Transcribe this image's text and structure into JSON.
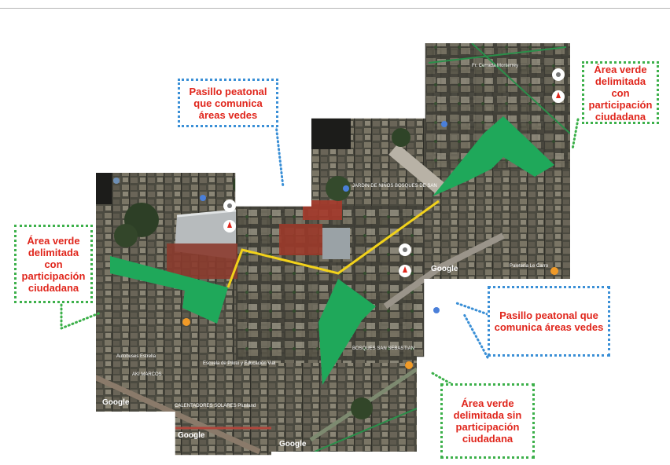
{
  "colors": {
    "accent_text": "#e0261c",
    "blue_dots": "#3a8fd6",
    "green_dots": "#3cb04a",
    "green_area": "#1fa85a",
    "path_line": "#f2d21b"
  },
  "callouts": {
    "top_left": "Pasillo peatonal que comunica áreas vedes",
    "top_right": "Área verde delimitada con participación ciudadana",
    "left": "Área verde delimitada con participación ciudadana",
    "right": "Pasillo peatonal que comunica áreas vedes",
    "bottom": "Área verde delimitada sin participación ciudadana"
  },
  "map_labels": {
    "google_1": "Google",
    "google_2": "Google",
    "google_3": "Google",
    "google_4": "Google",
    "place_1": "Fr. Cerrada Monterrey",
    "place_2": "JARDIN DE NIÑOS BOSQUES DE SAN",
    "place_3": "CALENTADORES SOLARES Plusland",
    "place_4": "Escuela de Piloto y Educación Vial",
    "place_5": "AKI MARCOS",
    "place_6": "BOSQUES SAN SEBASTIAN",
    "place_7": "Autobuses Estrella",
    "place_8": "Paletería Le Carro"
  }
}
